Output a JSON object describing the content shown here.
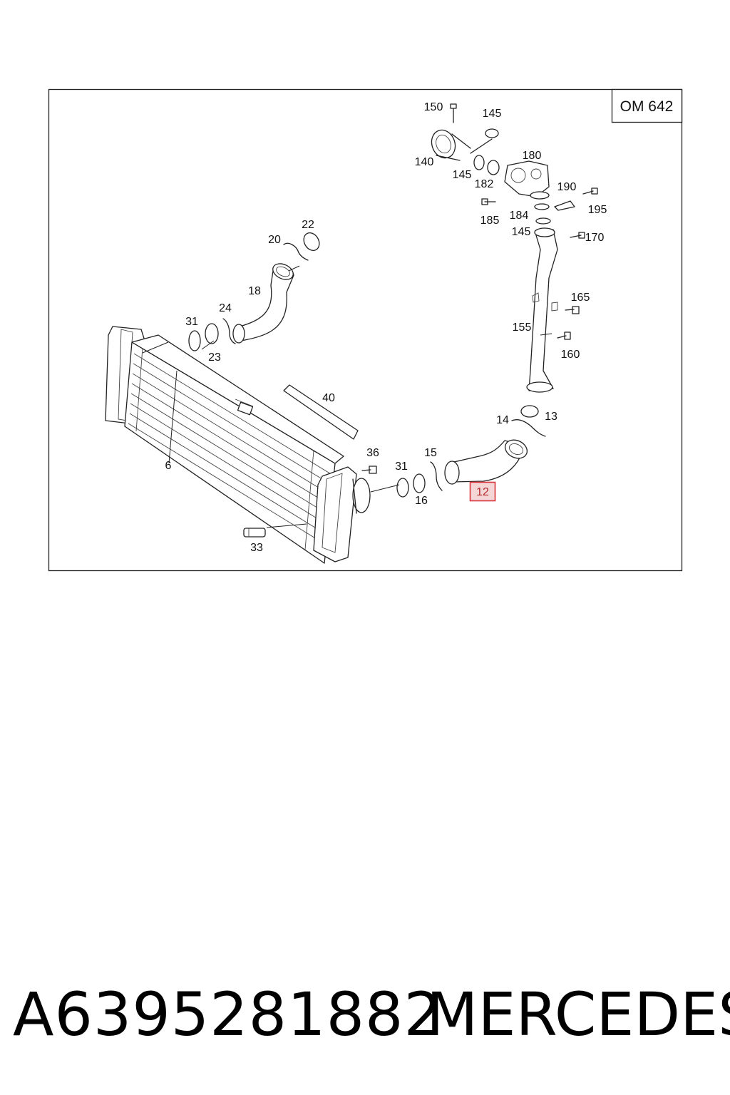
{
  "engine_code": "OM 642",
  "callouts": [
    "150",
    "145",
    "140",
    "145",
    "180",
    "182",
    "190",
    "195",
    "185",
    "184",
    "145",
    "170",
    "22",
    "20",
    "18",
    "24",
    "31",
    "23",
    "165",
    "155",
    "160",
    "40",
    "14",
    "13",
    "36",
    "15",
    "31",
    "12",
    "16",
    "6",
    "33"
  ],
  "highlighted_callout": "12",
  "highlight_color": "#d9343b",
  "caption": {
    "part_number": "A6395281882",
    "brand": "MERCEDES"
  }
}
